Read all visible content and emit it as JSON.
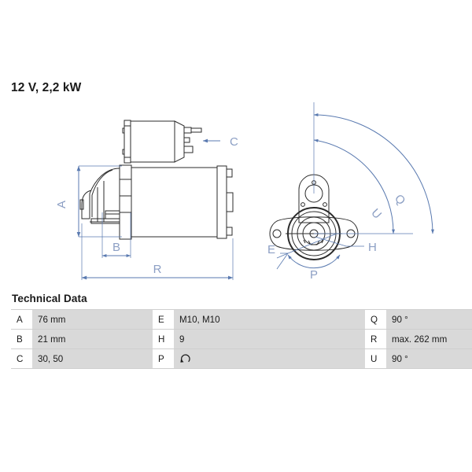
{
  "product": {
    "title": "12 V, 2,2 kW"
  },
  "drawings": {
    "side_view": {
      "name": "starter-motor-side-view",
      "dimension_labels": [
        "A",
        "B",
        "C",
        "R"
      ]
    },
    "end_view": {
      "name": "starter-motor-end-view",
      "dimension_labels": [
        "E",
        "H",
        "P",
        "Q",
        "U"
      ]
    }
  },
  "tech_data": {
    "heading": "Technical Data",
    "rows": [
      {
        "col1_key": "A",
        "col1_val": "76 mm",
        "col2_key": "E",
        "col2_val": "M10, M10",
        "col3_key": "Q",
        "col3_val": "90 °"
      },
      {
        "col1_key": "B",
        "col1_val": "21 mm",
        "col2_key": "H",
        "col2_val": "9",
        "col3_key": "R",
        "col3_val": "max. 262 mm"
      },
      {
        "col1_key": "C",
        "col1_val": "30, 50",
        "col2_key": "P",
        "col2_val": "",
        "col3_key": "U",
        "col3_val": "90 °"
      }
    ],
    "rotation_icon": "counterclockwise-rotation-icon"
  },
  "colors": {
    "dimension_line": "#5a7ab0",
    "dimension_text": "#8c9fc4",
    "drawing_outline": "#2b2b2b",
    "value_cell_background": "#d9d9d9",
    "table_border": "#cfcfcf"
  }
}
